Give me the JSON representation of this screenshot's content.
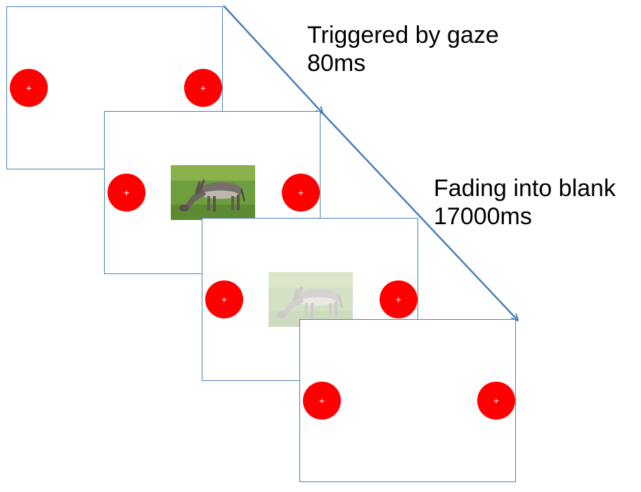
{
  "annotations": {
    "first": {
      "title": "Triggered by gaze",
      "duration": "80ms"
    },
    "second": {
      "title": "Fading into blank",
      "duration": "17000ms"
    }
  },
  "stimulus": {
    "fixation_marker": "+",
    "marker_color": "#ff0000",
    "frame_border_color": "#4a7ebb",
    "image_icon": "donkey-icon",
    "faded_image_opacity": 0.3
  }
}
